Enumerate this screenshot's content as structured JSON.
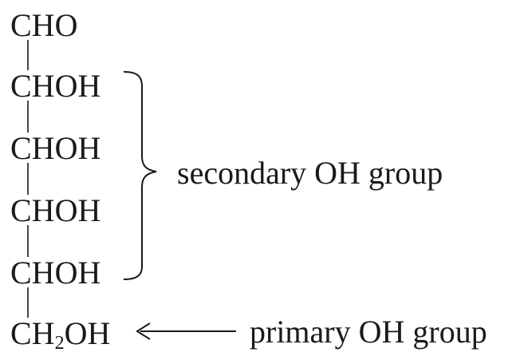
{
  "structure": {
    "rows": [
      {
        "main": "CHO"
      },
      {
        "main": "CHOH"
      },
      {
        "main": "CHOH"
      },
      {
        "main": "CHOH"
      },
      {
        "main": "CHOH"
      }
    ],
    "last_row": {
      "prefix": "CH",
      "subscript": "2",
      "suffix": "OH"
    }
  },
  "annotations": {
    "secondary": "secondary OH group",
    "primary": "primary OH group"
  },
  "colors": {
    "ink": "#1a1a1a",
    "background": "#ffffff"
  }
}
